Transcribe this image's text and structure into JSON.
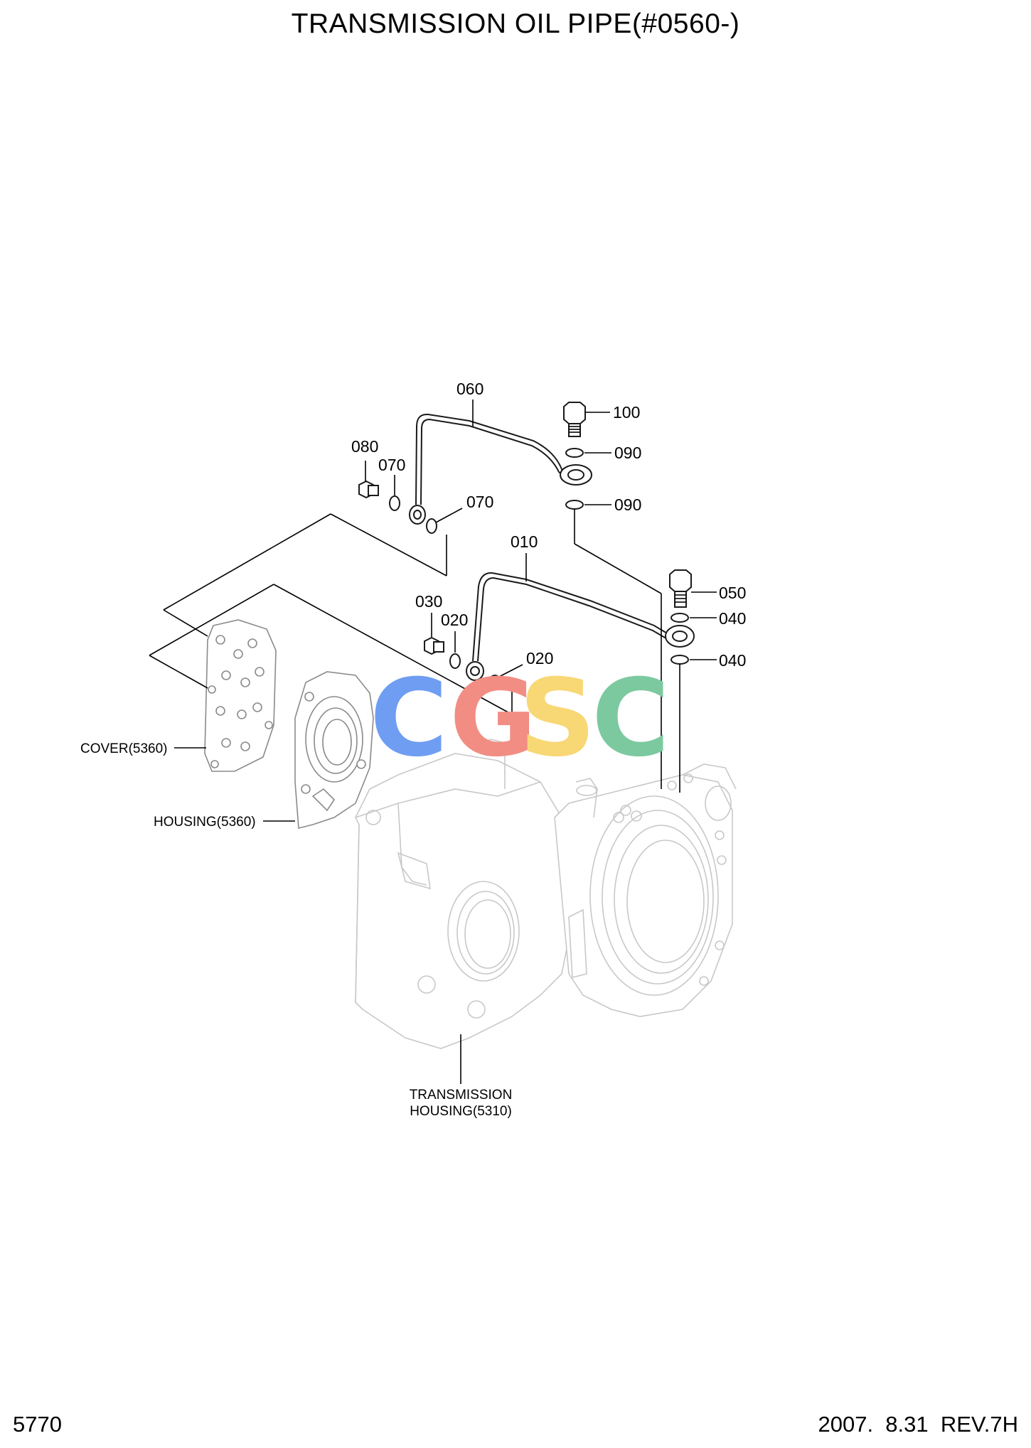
{
  "title": "TRANSMISSION OIL PIPE(#0560-)",
  "page_number": "5770",
  "revision": "2007.  8.31  REV.7H",
  "watermark": {
    "letters": [
      {
        "char": "C",
        "color": "#6f9df2"
      },
      {
        "char": "G",
        "color": "#f28d84"
      },
      {
        "char": "S",
        "color": "#f8d775"
      },
      {
        "char": "C",
        "color": "#7cc9a0"
      }
    ]
  },
  "callouts": {
    "p060": "060",
    "p100": "100",
    "p090a": "090",
    "p090b": "090",
    "p080": "080",
    "p070a": "070",
    "p070b": "070",
    "p010": "010",
    "p050": "050",
    "p040a": "040",
    "p040b": "040",
    "p030": "030",
    "p020a": "020",
    "p020b": "020"
  },
  "references": {
    "cover": "COVER(5360)",
    "housing": "HOUSING(5360)",
    "transmission_housing_line1": "TRANSMISSION",
    "transmission_housing_line2": "HOUSING(5310)"
  }
}
